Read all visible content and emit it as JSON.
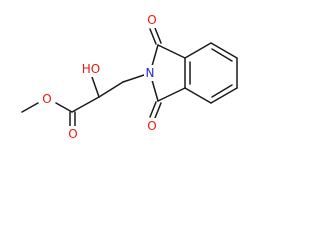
{
  "diagram": {
    "type": "skeletal-structure",
    "colors": {
      "bond": "#1a1a1a",
      "oxygen": "#e8190e",
      "nitrogen": "#2727e6",
      "carbon_label": "#1a1a1a"
    }
  },
  "atoms": {
    "o_imide_top": {
      "symbol": "O",
      "element": "oxygen"
    },
    "o_imide_bottom": {
      "symbol": "O",
      "element": "oxygen"
    },
    "n_imide": {
      "symbol": "N",
      "element": "nitrogen"
    },
    "o_hydroxyl": {
      "symbol": "HO",
      "element": "oxygen"
    },
    "o_carbonyl": {
      "symbol": "O",
      "element": "oxygen"
    },
    "o_ester": {
      "symbol": "O",
      "element": "oxygen"
    }
  }
}
